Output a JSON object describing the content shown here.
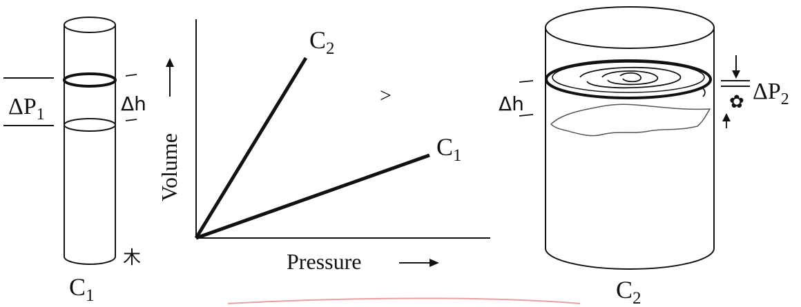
{
  "left_cylinder": {
    "label_main": "C",
    "label_sub": "1",
    "delta_p_main": "ΔP",
    "delta_p_sub": "1",
    "delta_h": "Δh"
  },
  "graph": {
    "xlabel": "Pressure",
    "ylabel": "Volume",
    "x_arrow": "—→",
    "y_arrow": "—→",
    "compare_symbol": ">",
    "line_c2_main": "C",
    "line_c2_sub": "2",
    "line_c1_main": "C",
    "line_c1_sub": "1"
  },
  "right_cylinder": {
    "label_main": "C",
    "label_sub": "2",
    "delta_p_main": "ΔP",
    "delta_p_sub": "2",
    "delta_h": "Δh"
  },
  "colors": {
    "ink": "#111111",
    "water_line": "#555555",
    "underline": "#e8a0a0"
  }
}
